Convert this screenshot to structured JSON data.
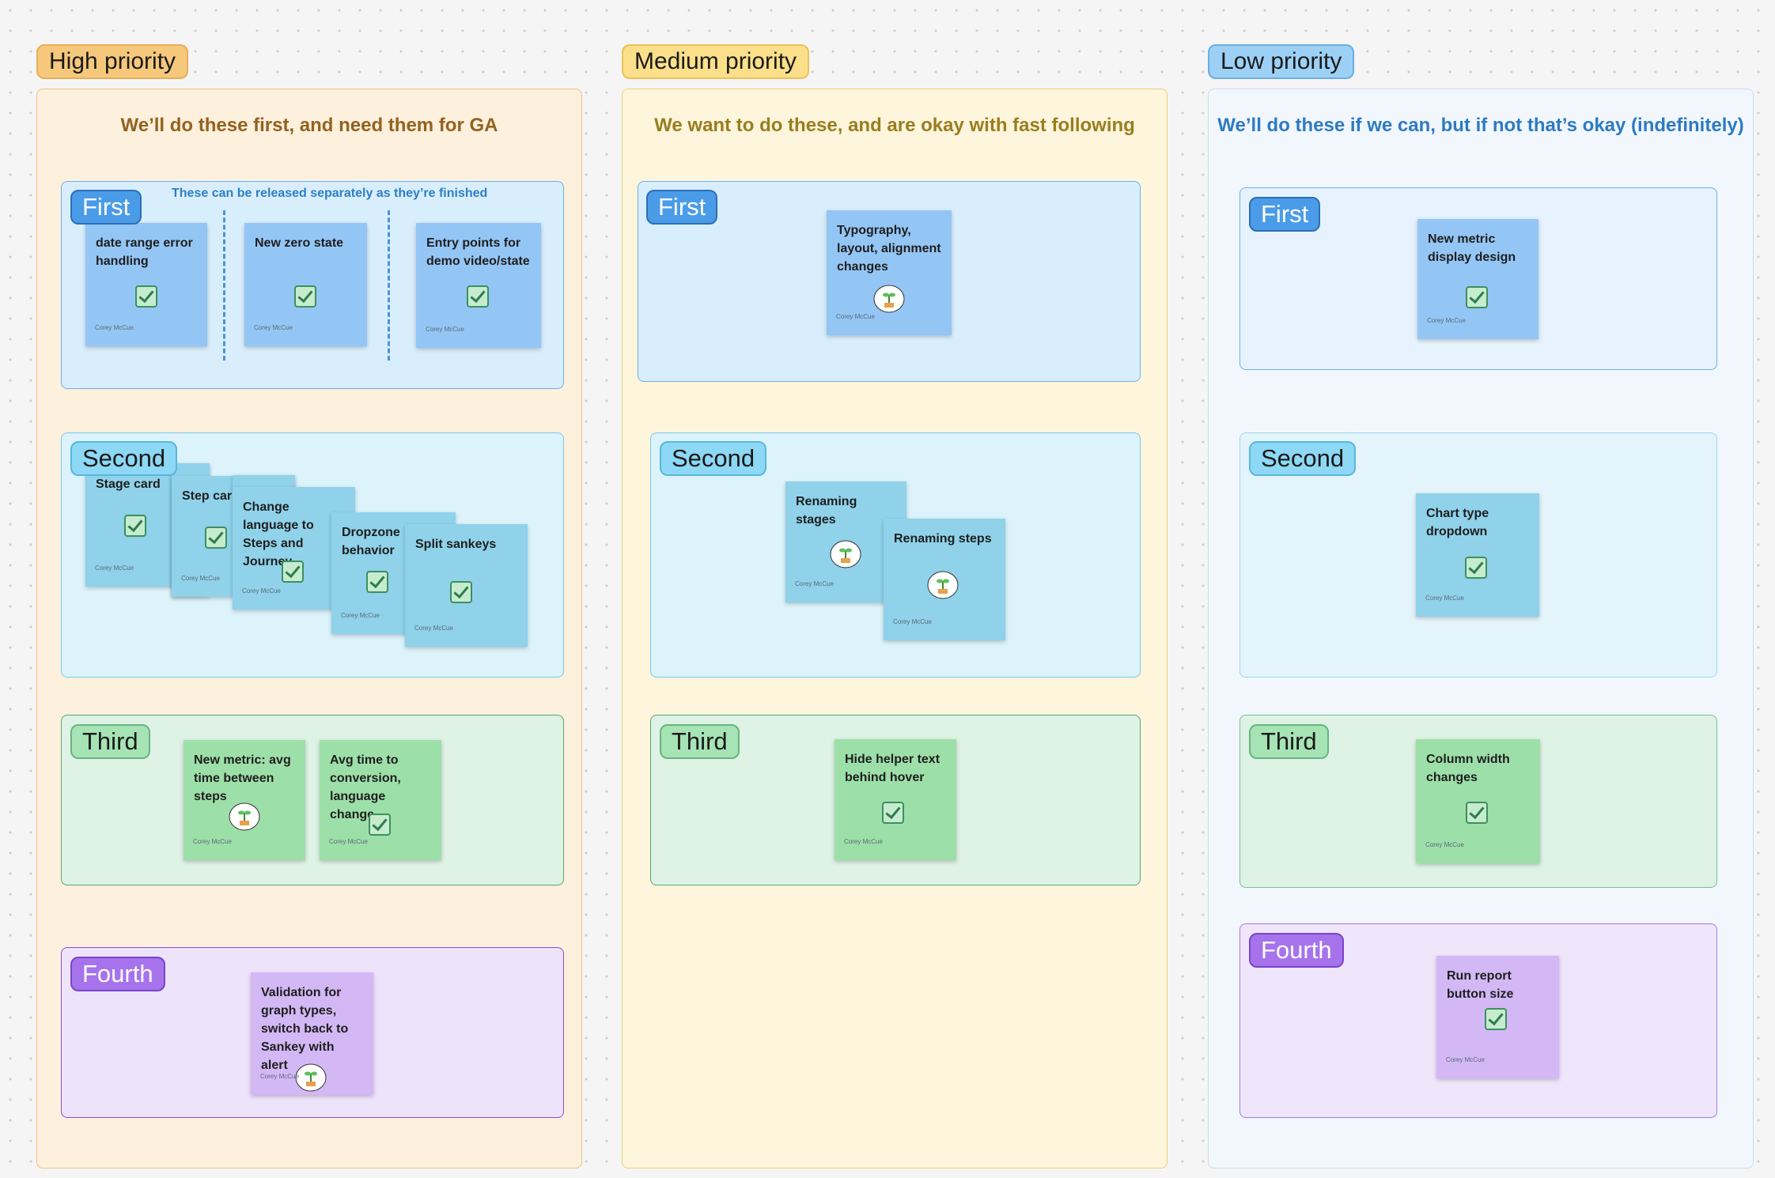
{
  "columns": {
    "high": {
      "tag": "High priority",
      "subtitle": "We’ll do these first, and need them for GA",
      "first": {
        "label": "First",
        "note": "These can be released separately as they’re finished",
        "cards": [
          {
            "text": "date range error handling",
            "author": "Corey McCue",
            "status": "checkmark"
          },
          {
            "text": "New zero state",
            "author": "Corey McCue",
            "status": "checkmark"
          },
          {
            "text": "Entry points for demo video/state",
            "author": "Corey McCue",
            "status": "checkmark"
          }
        ]
      },
      "second": {
        "label": "Second",
        "cards": [
          {
            "text": "Stage card",
            "author": "Corey McCue",
            "status": "checkmark"
          },
          {
            "text": "Step car",
            "author": "Corey McCue",
            "status": "checkmark"
          },
          {
            "text": "Change language to Steps and Journey",
            "author": "Corey McCue",
            "status": "checkmark"
          },
          {
            "text": "Dropzone behavior",
            "author": "Corey McCue",
            "status": "checkmark"
          },
          {
            "text": "Split sankeys",
            "author": "Corey McCue",
            "status": "checkmark"
          }
        ]
      },
      "third": {
        "label": "Third",
        "cards": [
          {
            "text": "New metric: avg time between steps",
            "author": "Corey McCue",
            "status": "work-in-progress"
          },
          {
            "text": "Avg time to conversion, language change",
            "author": "Corey McCue",
            "status": "checkmark"
          }
        ]
      },
      "fourth": {
        "label": "Fourth",
        "cards": [
          {
            "text": "Validation for graph types, switch back to Sankey with alert",
            "author": "Corey McCue",
            "status": "work-in-progress"
          }
        ]
      }
    },
    "medium": {
      "tag": "Medium priority",
      "subtitle": "We want to do these, and are okay with fast following",
      "first": {
        "label": "First",
        "cards": [
          {
            "text": "Typography, layout, alignment changes",
            "author": "Corey McCue",
            "status": "work-in-progress"
          }
        ]
      },
      "second": {
        "label": "Second",
        "cards": [
          {
            "text": "Renaming stages",
            "author": "Corey McCue",
            "status": "work-in-progress"
          },
          {
            "text": "Renaming steps",
            "author": "Corey McCue",
            "status": "work-in-progress"
          }
        ]
      },
      "third": {
        "label": "Third",
        "cards": [
          {
            "text": "Hide helper text behind hover",
            "author": "Corey McCue",
            "status": "checkmark"
          }
        ]
      }
    },
    "low": {
      "tag": "Low priority",
      "subtitle": "We’ll do these if we can, but if not that’s okay (indefinitely)",
      "first": {
        "label": "First",
        "cards": [
          {
            "text": "New metric display design",
            "author": "Corey McCue",
            "status": "checkmark"
          }
        ]
      },
      "second": {
        "label": "Second",
        "cards": [
          {
            "text": "Chart type dropdown",
            "author": "Corey McCue",
            "status": "checkmark"
          }
        ]
      },
      "third": {
        "label": "Third",
        "cards": [
          {
            "text": "Column width changes",
            "author": "Corey McCue",
            "status": "checkmark"
          }
        ]
      },
      "fourth": {
        "label": "Fourth",
        "cards": [
          {
            "text": "Run report button size",
            "author": "Corey McCue",
            "status": "checkmark"
          }
        ]
      }
    }
  },
  "stickers": {
    "work_in_progress": "WORK IN PROGRESS"
  },
  "colors": {
    "high_tag": "#f6c87c",
    "medium_tag": "#fbdf8a",
    "low_tag": "#9dd0f5",
    "blue_sticky": "#94c6f5",
    "cyan_sticky": "#8fd2ea",
    "green_sticky": "#9ddfa8",
    "purple_sticky": "#d3b8f5"
  }
}
